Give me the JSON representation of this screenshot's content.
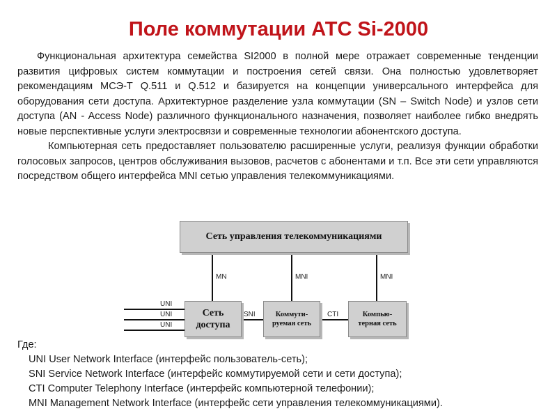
{
  "title": "Поле коммутации АТС Si-2000",
  "intro": {
    "p1": "Функциональная архитектура семейства SI2000 в полной мере отражает современные тенденции развития цифровых систем коммутации и построения сетей связи. Она полностью удовлетворяет рекомендациям МСЭ-Т Q.511 и Q.512 и базируется на концепции универсального интерфейса для оборудования сети доступа. Архитектурное разделение узла коммутации (SN – Switch Node) и узлов сети доступа (AN - Access Node) различного функционального назначения, позволяет наиболее гибко внедрять новые перспективные услуги электросвязи и современные технологии абонентского доступа.",
    "p2": "Компьютерная сеть предоставляет пользователю расширенные услуги, реализуя функции обработки голосовых запросов, центров обслуживания вызовов, расчетов с абонентами и т.п. Все эти сети управляются посредством общего интерфейса MNI сетью управления телекоммуникациями."
  },
  "diagram": {
    "top_box": "Сеть управления телекоммуникациями",
    "access_box": "Сеть доступа",
    "switch_box": "Коммути-руемая сеть",
    "computer_box": "Компью-терная сеть",
    "mn_label": "MN",
    "mni_label_1": "MNI",
    "mni_label_2": "MNI",
    "uni_labels": [
      "UNI",
      "UNI",
      "UNI"
    ],
    "sni_label": "SNI",
    "cti_label": "CTI"
  },
  "legend": {
    "where": "Где:",
    "items": [
      "UNI User Network Interface (интерфейс пользователь-сеть);",
      "SNI Service Network Interface (интерфейс коммутируемой сети и сети доступа);",
      "CTI Computer Telephony Interface (интерфейс компьютерной телефонии);",
      "MNI Management Network Interface (интерфейс сети управления телекоммуникациями)."
    ]
  }
}
